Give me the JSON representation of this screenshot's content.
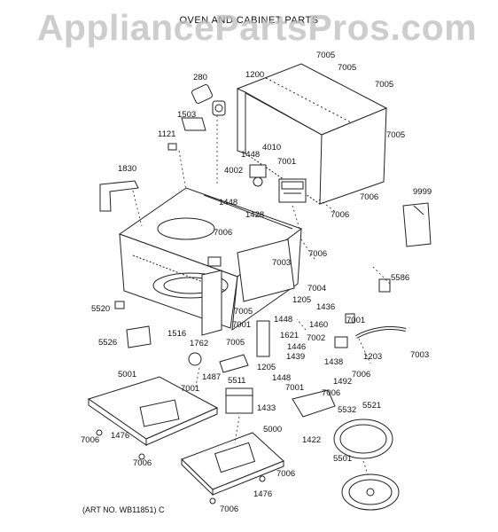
{
  "watermark": "AppliancePartsPros.com",
  "title": "OVEN AND CABINET PARTS",
  "art_number": "(ART NO. WB11851) C",
  "callouts": [
    "7005",
    "7005",
    "7005",
    "7005",
    "280",
    "1200",
    "1503",
    "1121",
    "4010",
    "1448",
    "7001",
    "4002",
    "1830",
    "1448",
    "1428",
    "7006",
    "7006",
    "9999",
    "7006",
    "7006",
    "7003",
    "5586",
    "7004",
    "1205",
    "1436",
    "5520",
    "7005",
    "1448",
    "7001",
    "7001",
    "1621",
    "7002",
    "1460",
    "5526",
    "1516",
    "1762",
    "7005",
    "1446",
    "1439",
    "1438",
    "1203",
    "7003",
    "1487",
    "7001",
    "5511",
    "1205",
    "7006",
    "1492",
    "1448",
    "7001",
    "7006",
    "5532",
    "5521",
    "5001",
    "1433",
    "5000",
    "1422",
    "7006",
    "1476",
    "5501",
    "7006",
    "7006",
    "1476",
    "7006"
  ]
}
